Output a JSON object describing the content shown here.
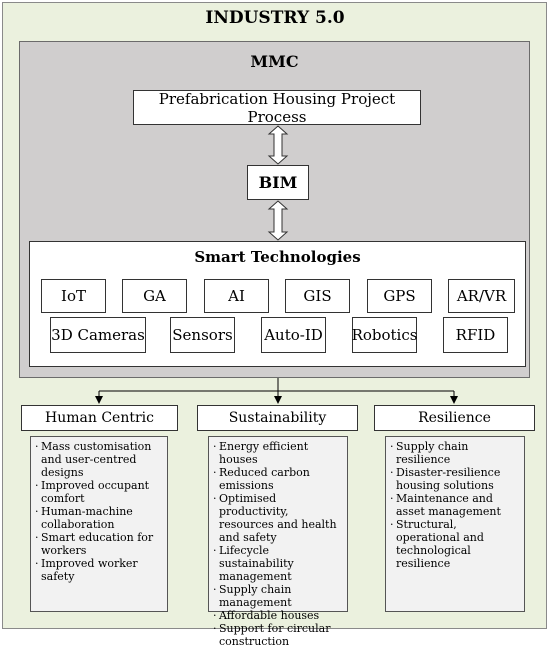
{
  "title": "INDUSTRY 5.0",
  "mmc": {
    "title": "MMC",
    "process": "Prefabrication Housing Project Process",
    "bim": "BIM",
    "smart": {
      "title": "Smart Technologies",
      "row1": [
        "IoT",
        "GA",
        "AI",
        "GIS",
        "GPS",
        "AR/VR"
      ],
      "row2": [
        "3D Cameras",
        "Sensors",
        "Auto-ID",
        "Robotics",
        "RFID"
      ]
    }
  },
  "categories": [
    {
      "title": "Human Centric",
      "items": [
        "Mass customisation and user-centred designs",
        "Improved occupant comfort",
        "Human-machine collaboration",
        "Smart education for workers",
        "Improved worker safety"
      ]
    },
    {
      "title": "Sustainability",
      "items": [
        "Energy efficient houses",
        "Reduced carbon emissions",
        "Optimised productivity, resources and health and safety",
        "Lifecycle sustainability management",
        "Supply chain management",
        "Affordable houses",
        "Support for circular construction"
      ]
    },
    {
      "title": "Resilience",
      "items": [
        "Supply chain resilience",
        "Disaster-resilience housing solutions",
        "Maintenance and asset management",
        "Structural, operational and technological resilience"
      ]
    }
  ]
}
